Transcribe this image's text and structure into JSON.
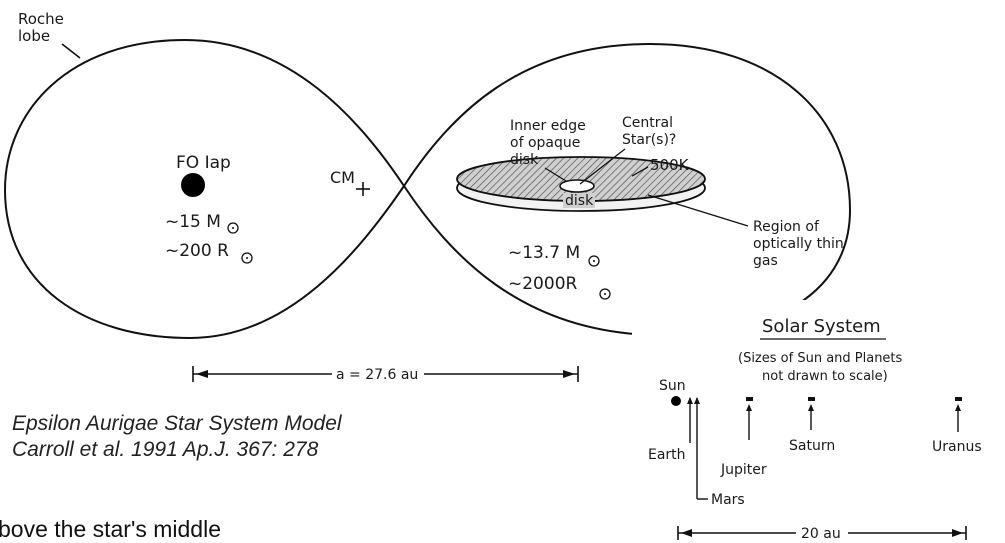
{
  "roche": {
    "roche_label_line1": "Roche",
    "roche_label_line2": "lobe",
    "primary_star": {
      "type": "FO Iap",
      "mass": "~15 M",
      "radius": "~200 R"
    },
    "companion": {
      "mass": "~13.7 M",
      "radius": "~2000R"
    },
    "cm_label": "CM",
    "disk": {
      "inner_edge": [
        "Inner edge",
        "of opaque",
        "disk"
      ],
      "central_star": [
        "Central",
        "Star(s)?"
      ],
      "temperature": "500K",
      "center_label": "disk",
      "thin_gas": [
        "Region of",
        "optically thin",
        "gas"
      ]
    },
    "separation": "a = 27.6 au"
  },
  "caption": {
    "line1": "Epsilon Aurigae Star System Model",
    "line2": "Carroll et al. 1991 Ap.J. 367: 278"
  },
  "solar": {
    "title": "Solar System",
    "note_line1": "(Sizes of Sun and Planets",
    "note_line2": "not drawn to scale)",
    "sun": "Sun",
    "earth": "Earth",
    "mars": "Mars",
    "jupiter": "Jupiter",
    "saturn": "Saturn",
    "uranus": "Uranus",
    "scale": "20 au"
  },
  "bottom_text": "bove the star's middle"
}
